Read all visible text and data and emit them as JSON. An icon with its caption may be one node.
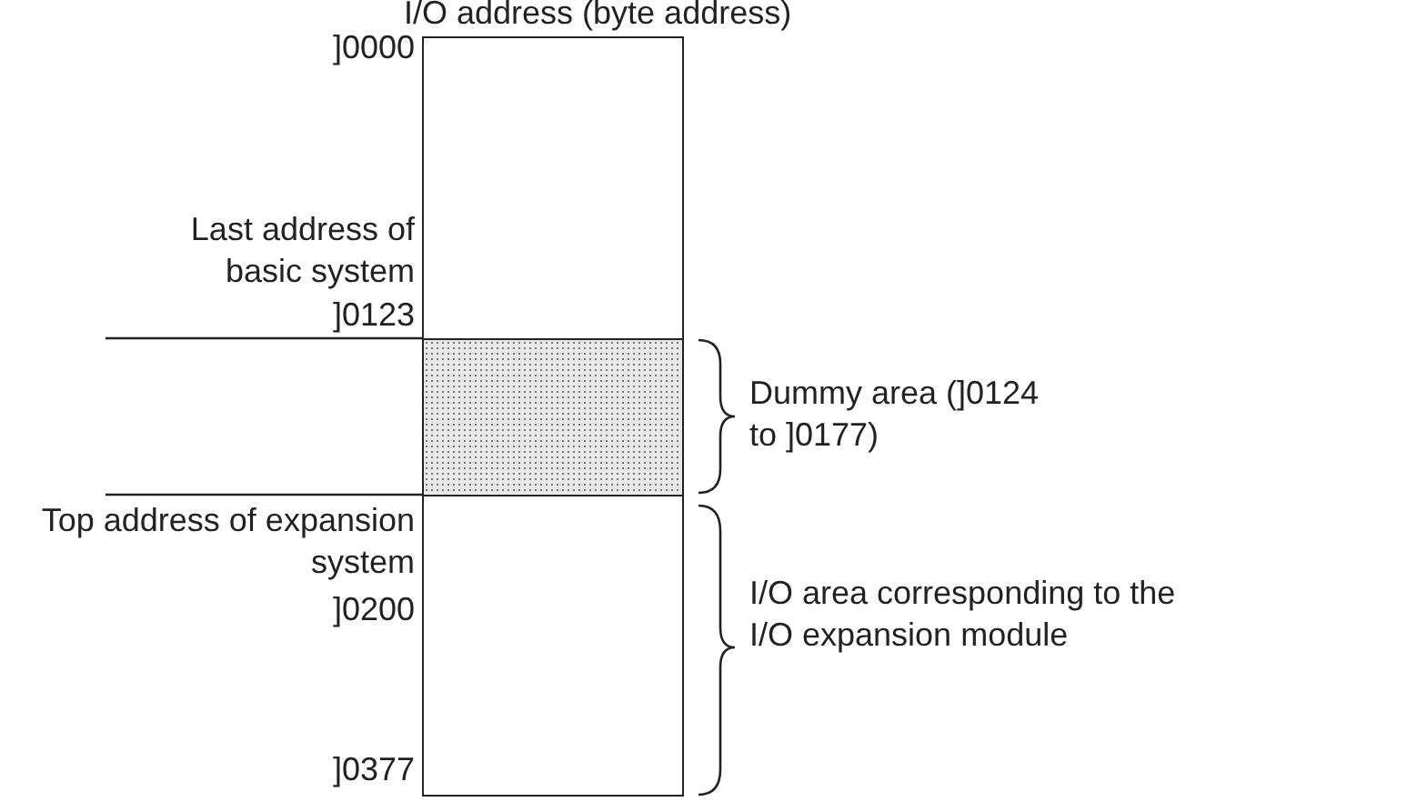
{
  "diagram": {
    "nodes": [
      {
        "text": [],
        "shape": "box"
      },
      {
        "text": [],
        "shape": "box",
        "beside": [
          "Dummy area (]0124 to ]0177)"
        ]
      },
      {
        "text": [],
        "shape": "box",
        "beside": [
          "I/O area corresponding to the I/O expansion module"
        ]
      }
    ],
    "labels": [
      "I/O address (byte address)",
      "]0000",
      "Last address of basic system",
      "]0123",
      "Top address of expansion system",
      "]0200",
      "]0377"
    ]
  }
}
